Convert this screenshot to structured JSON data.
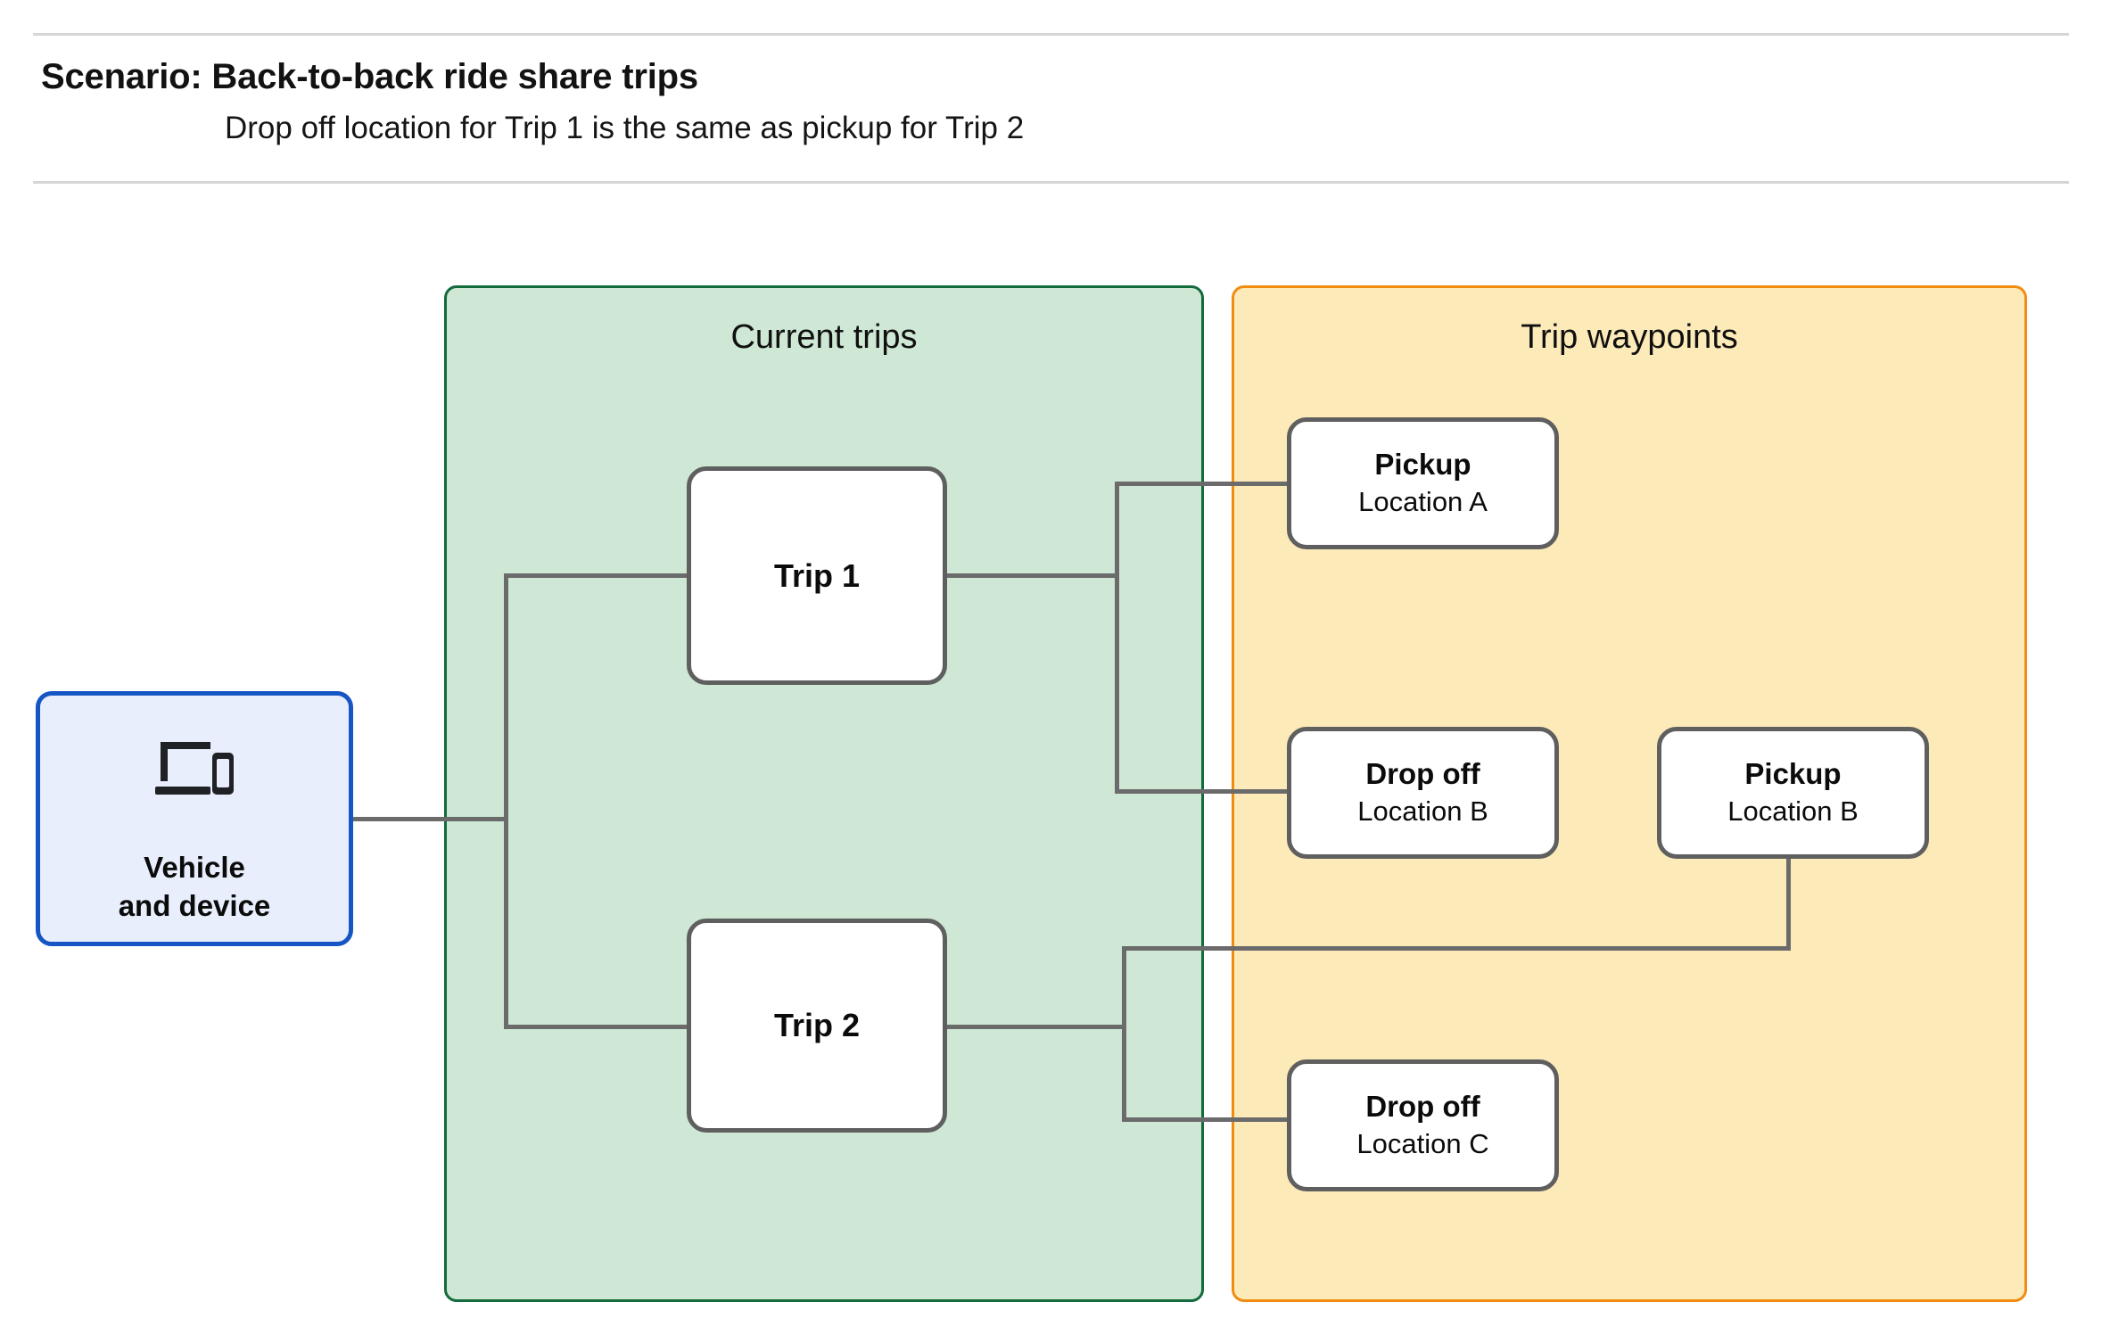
{
  "header": {
    "title": "Scenario: Back-to-back ride share trips",
    "subtitle": "Drop off  location for Trip 1 is the same as pickup for Trip 2"
  },
  "panels": {
    "current_trips": {
      "title": "Current trips",
      "fill_color": "#cee8d5",
      "border_color": "#136b3c"
    },
    "trip_waypoints": {
      "title": "Trip waypoints",
      "fill_color": "#fdeab9",
      "border_color": "#f08c12"
    }
  },
  "nodes": {
    "vehicle": {
      "icon": "devices-laptop-phone-icon",
      "line1": "Vehicle",
      "line2": "and device",
      "fill_color": "#e8eefc",
      "border_color": "#1656c4"
    },
    "trip1": {
      "label": "Trip 1"
    },
    "trip2": {
      "label": "Trip 2"
    },
    "pickup_a": {
      "title": "Pickup",
      "subtitle": "Location A"
    },
    "dropoff_b": {
      "title": "Drop off",
      "subtitle": "Location B"
    },
    "pickup_b": {
      "title": "Pickup",
      "subtitle": "Location B"
    },
    "dropoff_c": {
      "title": "Drop off",
      "subtitle": "Location C"
    }
  },
  "connector_color": "#6b6b6b"
}
